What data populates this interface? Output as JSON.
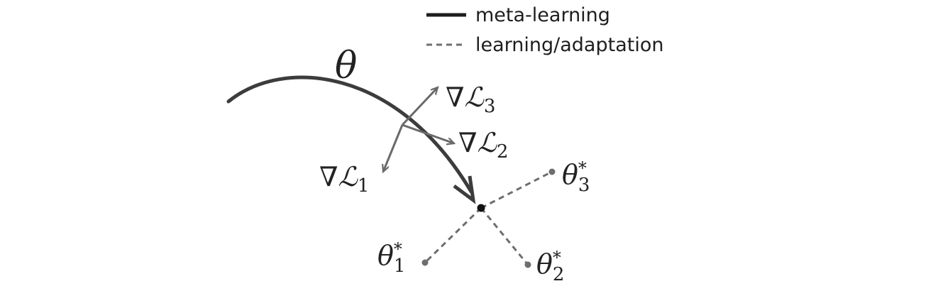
{
  "legend": {
    "items": [
      {
        "label": "meta-learning",
        "style": "solid"
      },
      {
        "label": "learning/adaptation",
        "style": "dashed"
      }
    ]
  },
  "labels": {
    "theta": "θ",
    "nabla": "∇",
    "loss_symbol": "ℒ",
    "grad_1_sub": "1",
    "grad_2_sub": "2",
    "grad_3_sub": "3",
    "opt_symbol": "θ",
    "opt_star": "*",
    "opt_1_sub": "1",
    "opt_2_sub": "2",
    "opt_3_sub": "3"
  },
  "colors": {
    "meta_path": "#3c3c3c",
    "gradients": "#6a6a6a",
    "adaptation": "#6e6e6e",
    "text": "#222222"
  }
}
